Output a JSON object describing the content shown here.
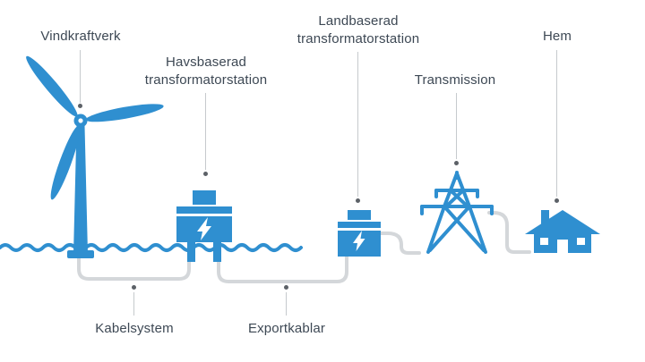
{
  "page": {
    "background": "#ffffff",
    "language": "sv"
  },
  "labels": {
    "wind_turbine": "Vindkraftverk",
    "offshore_substation": "Havsbaserad transformatorstation",
    "onshore_substation": "Landbaserad transformatorstation",
    "transmission": "Transmission",
    "home": "Hem",
    "cable_system": "Kabelsystem",
    "export_cables": "Exportkablar"
  },
  "icons": {
    "wind_turbine": "wind-turbine-icon",
    "offshore_substation": "offshore-substation-icon",
    "onshore_substation": "onshore-substation-icon",
    "transmission_tower": "transmission-tower-icon",
    "home": "house-icon",
    "lightning_bolt": "lightning-bolt-icon"
  },
  "colors": {
    "primary_blue": "#2F8FD0",
    "cable_gray": "#D4D7DA",
    "leader_gray": "#C6CACD",
    "dot_gray": "#5C6167",
    "text": "#3D4854",
    "background": "#FFFFFF"
  }
}
